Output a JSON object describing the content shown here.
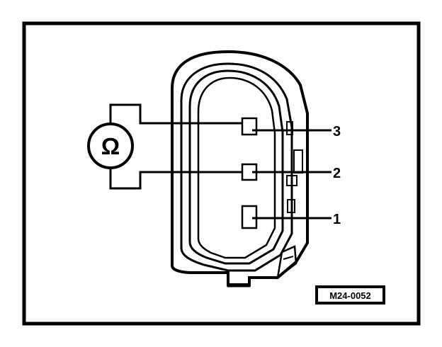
{
  "diagram": {
    "ohmmeter_symbol": "Ω",
    "pin_labels": [
      "3",
      "2",
      "1"
    ],
    "figure_code": "M24-0052"
  },
  "colors": {
    "ink": "#000000",
    "paper": "#ffffff"
  },
  "icons": {
    "meter": "ohmmeter-icon"
  }
}
